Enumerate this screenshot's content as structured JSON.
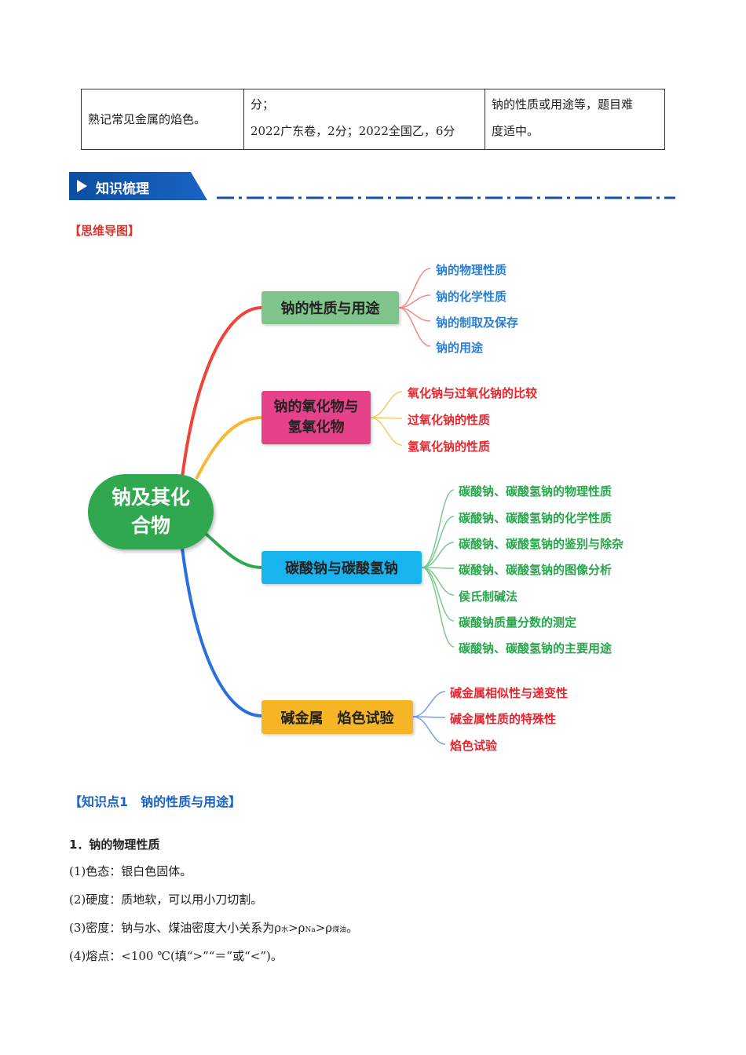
{
  "table": {
    "cell1": "熟记常见金属的焰色。",
    "cell2_line1": "分；",
    "cell2_line2": "2022广东卷，2分；2022全国乙，6分",
    "cell3_line1": "钠的性质或用途等，题目难",
    "cell3_line2": "度适中。"
  },
  "banner": {
    "title": "知识梳理"
  },
  "mindmap_label": "【思维导图】",
  "mindmap": {
    "root": "钠及其化合物",
    "branches": [
      {
        "label": "钠的性质与用途",
        "color": "#7fc48a",
        "line": "#ef4438",
        "leaves": [
          "钠的物理性质",
          "钠的化学性质",
          "钠的制取及保存",
          "钠的用途"
        ],
        "leaf_color": "#2a7fd4"
      },
      {
        "label": "钠的氧化物与氢氧化物",
        "color": "#e5428a",
        "line": "#f7b731",
        "leaves": [
          "氧化钠与过氧化钠的比较",
          "过氧化钠的性质",
          "氢氧化钠的性质"
        ],
        "leaf_color": "#e8262e"
      },
      {
        "label": "碳酸钠与碳酸氢钠",
        "color": "#18b4f0",
        "line": "#2fa84f",
        "leaves": [
          "碳酸钠、碳酸氢钠的物理性质",
          "碳酸钠、碳酸氢钠的化学性质",
          "碳酸钠、碳酸氢钠的鉴别与除杂",
          "碳酸钠、碳酸氢钠的图像分析",
          "侯氏制碱法",
          "碳酸钠质量分数的测定",
          "碳酸钠、碳酸氢钠的主要用途"
        ],
        "leaf_color": "#26a84a"
      },
      {
        "label": "碱金属　焰色试验",
        "color": "#f5b524",
        "line": "#2a6fe0",
        "leaves": [
          "碱金属相似性与递变性",
          "碱金属性质的特殊性",
          "焰色试验"
        ],
        "leaf_color": "#e8262e"
      }
    ]
  },
  "knowledge_point": "【知识点1　钠的性质与用途】",
  "section1": {
    "heading": "1．钠的物理性质",
    "p1": "(1)色态：银白色固体。",
    "p2": "(2)硬度：质地软，可以用小刀切割。",
    "p3_prefix": "(3)密度：钠与水、煤油密度大小关系为ρ",
    "p3_s1": "水",
    "p3_mid1": ">ρ",
    "p3_s2": "Na",
    "p3_mid2": ">ρ",
    "p3_s3": "煤油",
    "p3_end": "。",
    "p4": "(4)熔点：<100 ℃(填“>”“＝”或“<”)。"
  }
}
